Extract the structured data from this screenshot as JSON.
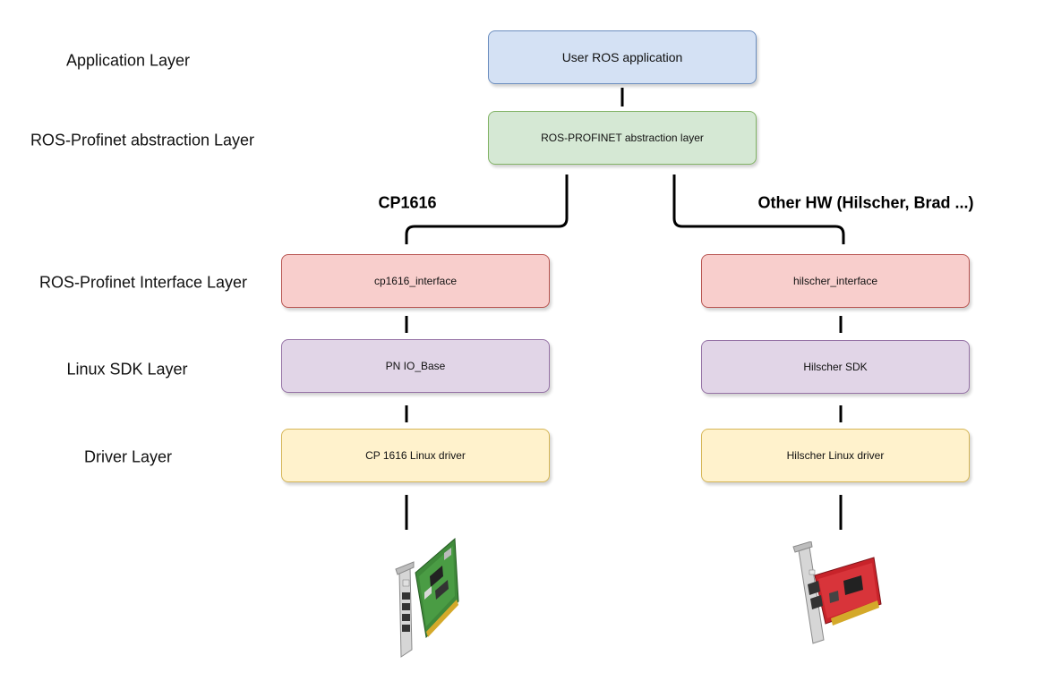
{
  "layers": {
    "application": "Application Layer",
    "abstraction": "ROS-Profinet abstraction Layer",
    "interface": "ROS-Profinet Interface Layer",
    "sdk": "Linux SDK Layer",
    "driver": "Driver Layer"
  },
  "branches": {
    "left": "CP1616",
    "right": "Other HW (Hilscher, Brad ...)"
  },
  "boxes": {
    "app": {
      "label": "User ROS application",
      "fill": "#d4e1f4",
      "stroke": "#6c8ebf"
    },
    "abstraction": {
      "label": "ROS-PROFINET abstraction layer",
      "fill": "#d5e8d4",
      "stroke": "#82b366"
    },
    "left_interface": {
      "label": "cp1616_interface",
      "fill": "#f8cecc",
      "stroke": "#b85450"
    },
    "right_interface": {
      "label": "hilscher_interface",
      "fill": "#f8cecc",
      "stroke": "#b85450"
    },
    "left_sdk": {
      "label": "PN IO_Base",
      "fill": "#e1d5e7",
      "stroke": "#9673a6"
    },
    "right_sdk": {
      "label": "Hilscher SDK",
      "fill": "#e1d5e7",
      "stroke": "#9673a6"
    },
    "left_driver": {
      "label": "CP 1616 Linux driver",
      "fill": "#fff2cc",
      "stroke": "#d6b656"
    },
    "right_driver": {
      "label": "Hilscher Linux driver",
      "fill": "#fff2cc",
      "stroke": "#d6b656"
    }
  },
  "hardware": {
    "left_card_icon": "cp1616-pci-card-green",
    "right_card_icon": "hilscher-pci-card-red"
  }
}
